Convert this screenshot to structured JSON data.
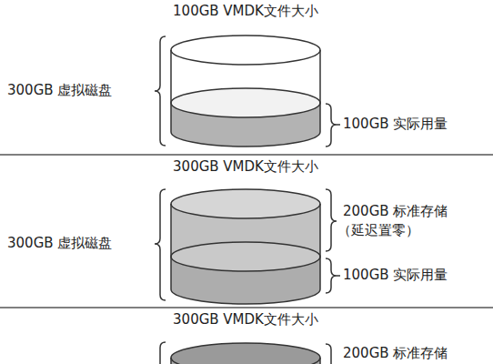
{
  "diagram": {
    "labels": [
      "100GB VMDK文件大小",
      "300GB 虚拟磁盘",
      "100GB 实际用量",
      "300GB VMDK文件大小",
      "300GB 虚拟磁盘",
      "200GB 标准存储",
      "（延迟置零）",
      "100GB 实际用量",
      "300GB VMDK文件大小",
      "200GB 标准存储"
    ]
  }
}
